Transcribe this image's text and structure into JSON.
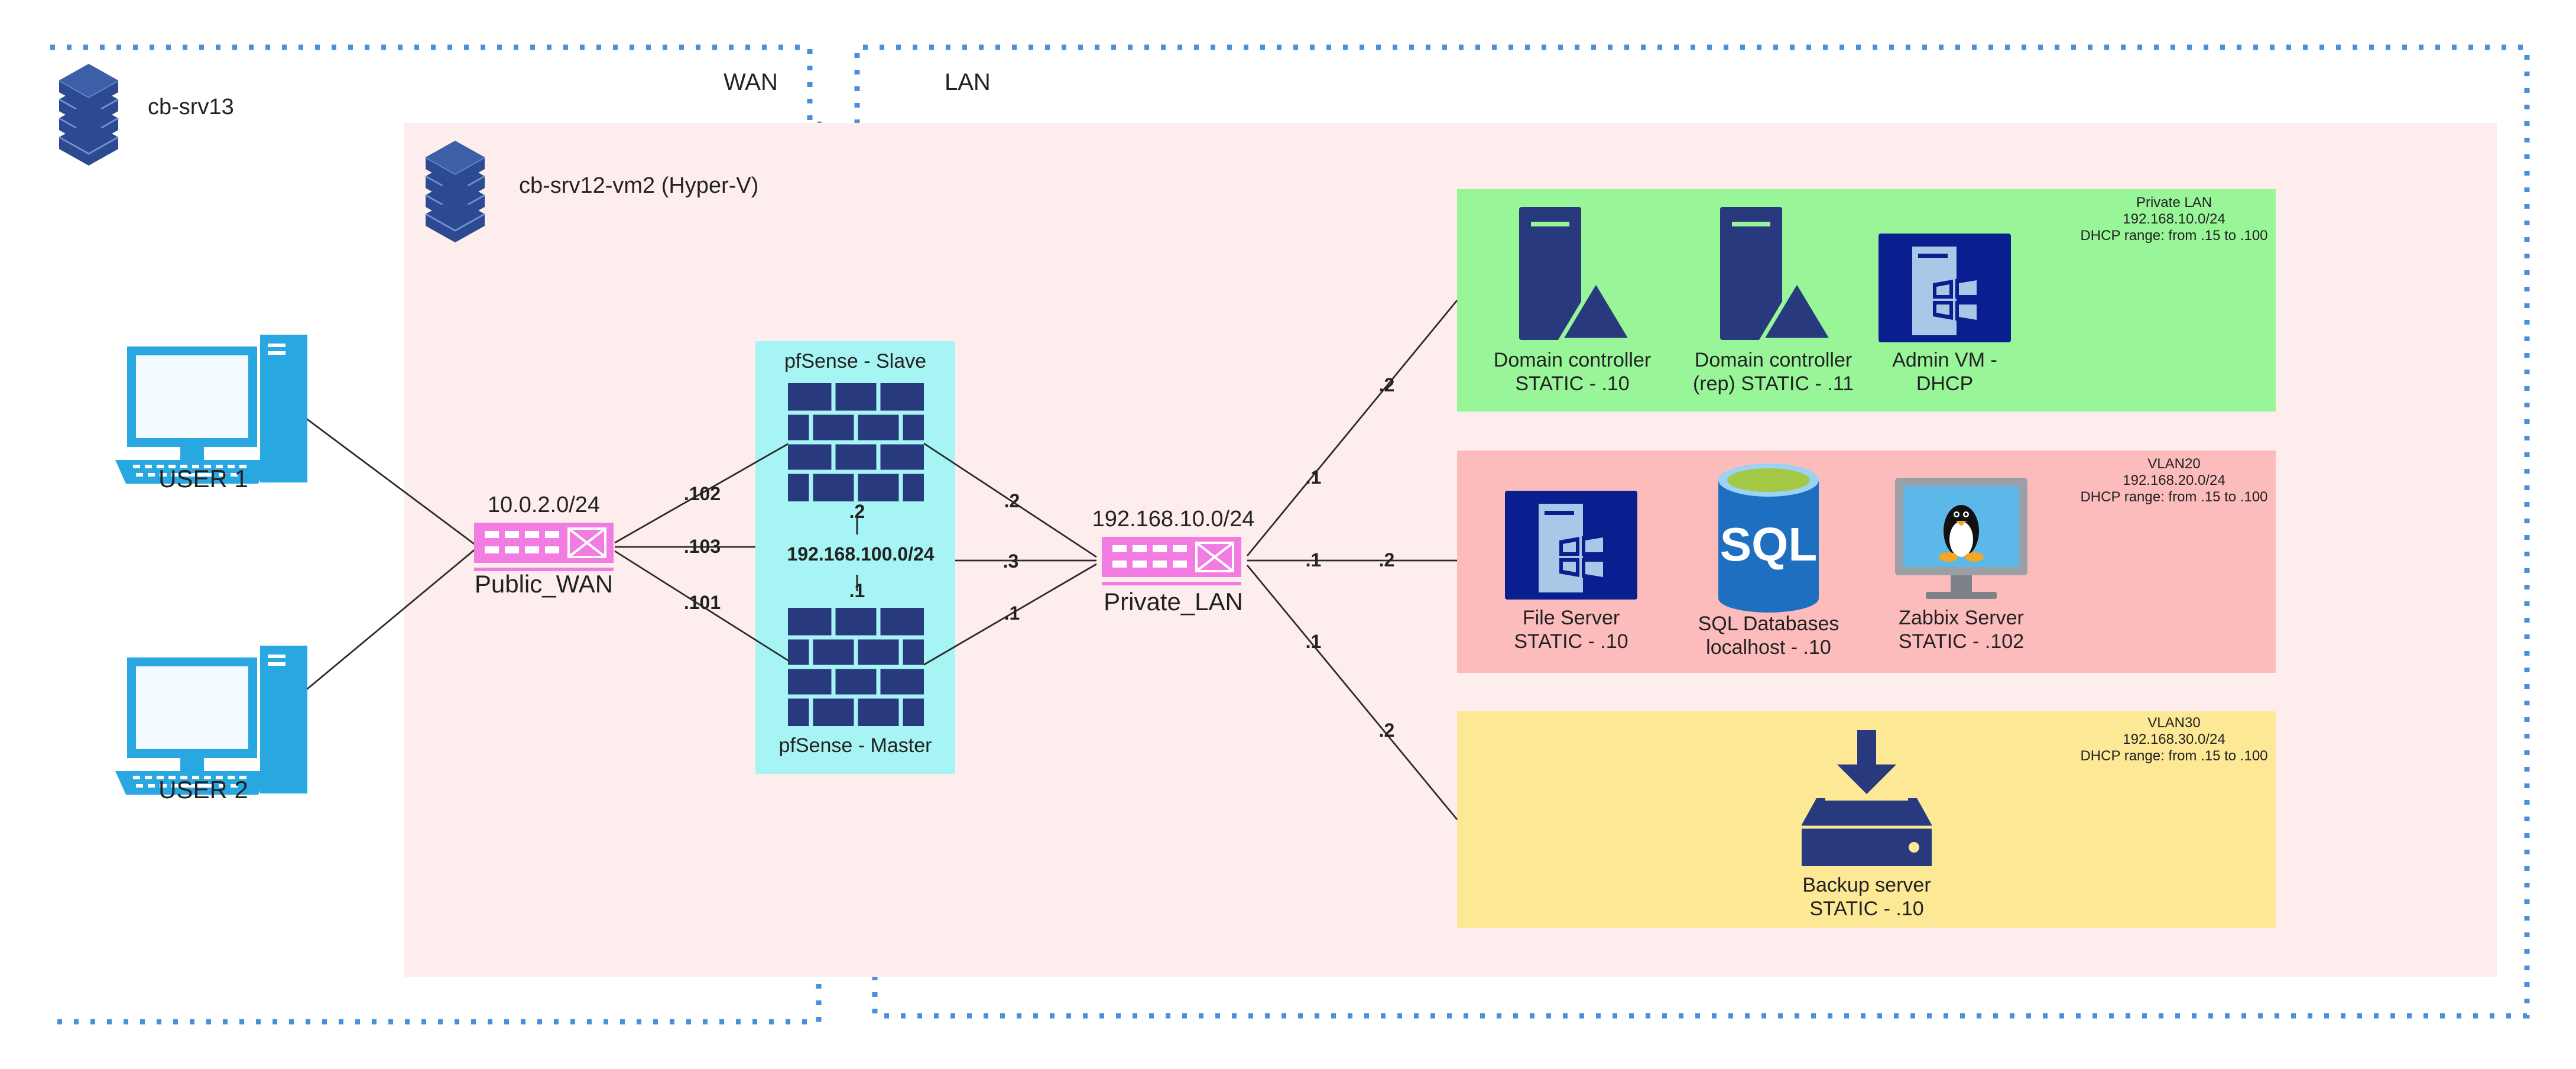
{
  "colors": {
    "server_blue": "#2c4a8f",
    "navy": "#283a7d",
    "pc_blue": "#29a7e1",
    "switch_pink": "#f27ce2",
    "hyperv_bg": "#fdeeed",
    "firewall_bg": "#a6f4f4",
    "private_lan_bg": "#98f698",
    "vlan20_bg": "#fdbcbc",
    "vlan30_bg": "#fde896",
    "dashed_border": "#4a90d9"
  },
  "zones": {
    "wan_label": "WAN",
    "lan_label": "LAN"
  },
  "hosts": {
    "physical": "cb-srv13",
    "virtual": "cb-srv12-vm2 (Hyper-V)"
  },
  "users": [
    {
      "label": "USER 1",
      "icon": "desktop-computer-icon"
    },
    {
      "label": "USER 2",
      "icon": "desktop-computer-icon"
    }
  ],
  "wan_switch": {
    "subnet": "10.0.2.0/24",
    "name": "Public_WAN"
  },
  "lan_switch": {
    "subnet": "192.168.10.0/24",
    "name": "Private_LAN"
  },
  "pfsense": {
    "slave": "pfSense - Slave",
    "master": "pfSense - Master",
    "sync_subnet": "192.168.100.0/24",
    "sync_slave_ip": ".2",
    "sync_master_ip": ".1"
  },
  "edge_labels": {
    "wan_slave": ".102",
    "wan_sync": ".103",
    "wan_master": ".101",
    "slave_lan": ".2",
    "sync_lan": ".3",
    "master_lan": ".1",
    "lan_private_out": ".1",
    "lan_private_in": ".2",
    "lan_vlan20_out": ".1",
    "lan_vlan20_in": ".2",
    "lan_vlan30_out": ".1",
    "lan_vlan30_in": ".2"
  },
  "segments": [
    {
      "id": "private-lan",
      "title": "Private LAN",
      "subnet": "192.168.10.0/24",
      "dhcp": "DHCP range: from .15  to .100",
      "devices": [
        {
          "line1": "Domain controller",
          "line2": "STATIC - .10",
          "icon": "server-tower-icon"
        },
        {
          "line1": "Domain controller",
          "line2": "(rep) STATIC - .11",
          "icon": "server-tower-icon"
        },
        {
          "line1": "Admin VM -",
          "line2": "DHCP",
          "icon": "windows-server-icon"
        }
      ]
    },
    {
      "id": "vlan20",
      "title": "VLAN20",
      "subnet": "192.168.20.0/24",
      "dhcp": "DHCP range: from .15  to .100",
      "devices": [
        {
          "line1": "File Server",
          "line2": "STATIC - .10",
          "icon": "windows-server-icon"
        },
        {
          "line1": "SQL Databases",
          "line2": "localhost - .10",
          "icon": "sql-database-icon",
          "icon_text": "SQL"
        },
        {
          "line1": "Zabbix Server",
          "line2": "STATIC - .102",
          "icon": "linux-monitor-icon"
        }
      ]
    },
    {
      "id": "vlan30",
      "title": "VLAN30",
      "subnet": "192.168.30.0/24",
      "dhcp": "DHCP range: from .15  to .100",
      "devices": [
        {
          "line1": "Backup server",
          "line2": "STATIC - .10",
          "icon": "backup-drive-icon"
        }
      ]
    }
  ]
}
